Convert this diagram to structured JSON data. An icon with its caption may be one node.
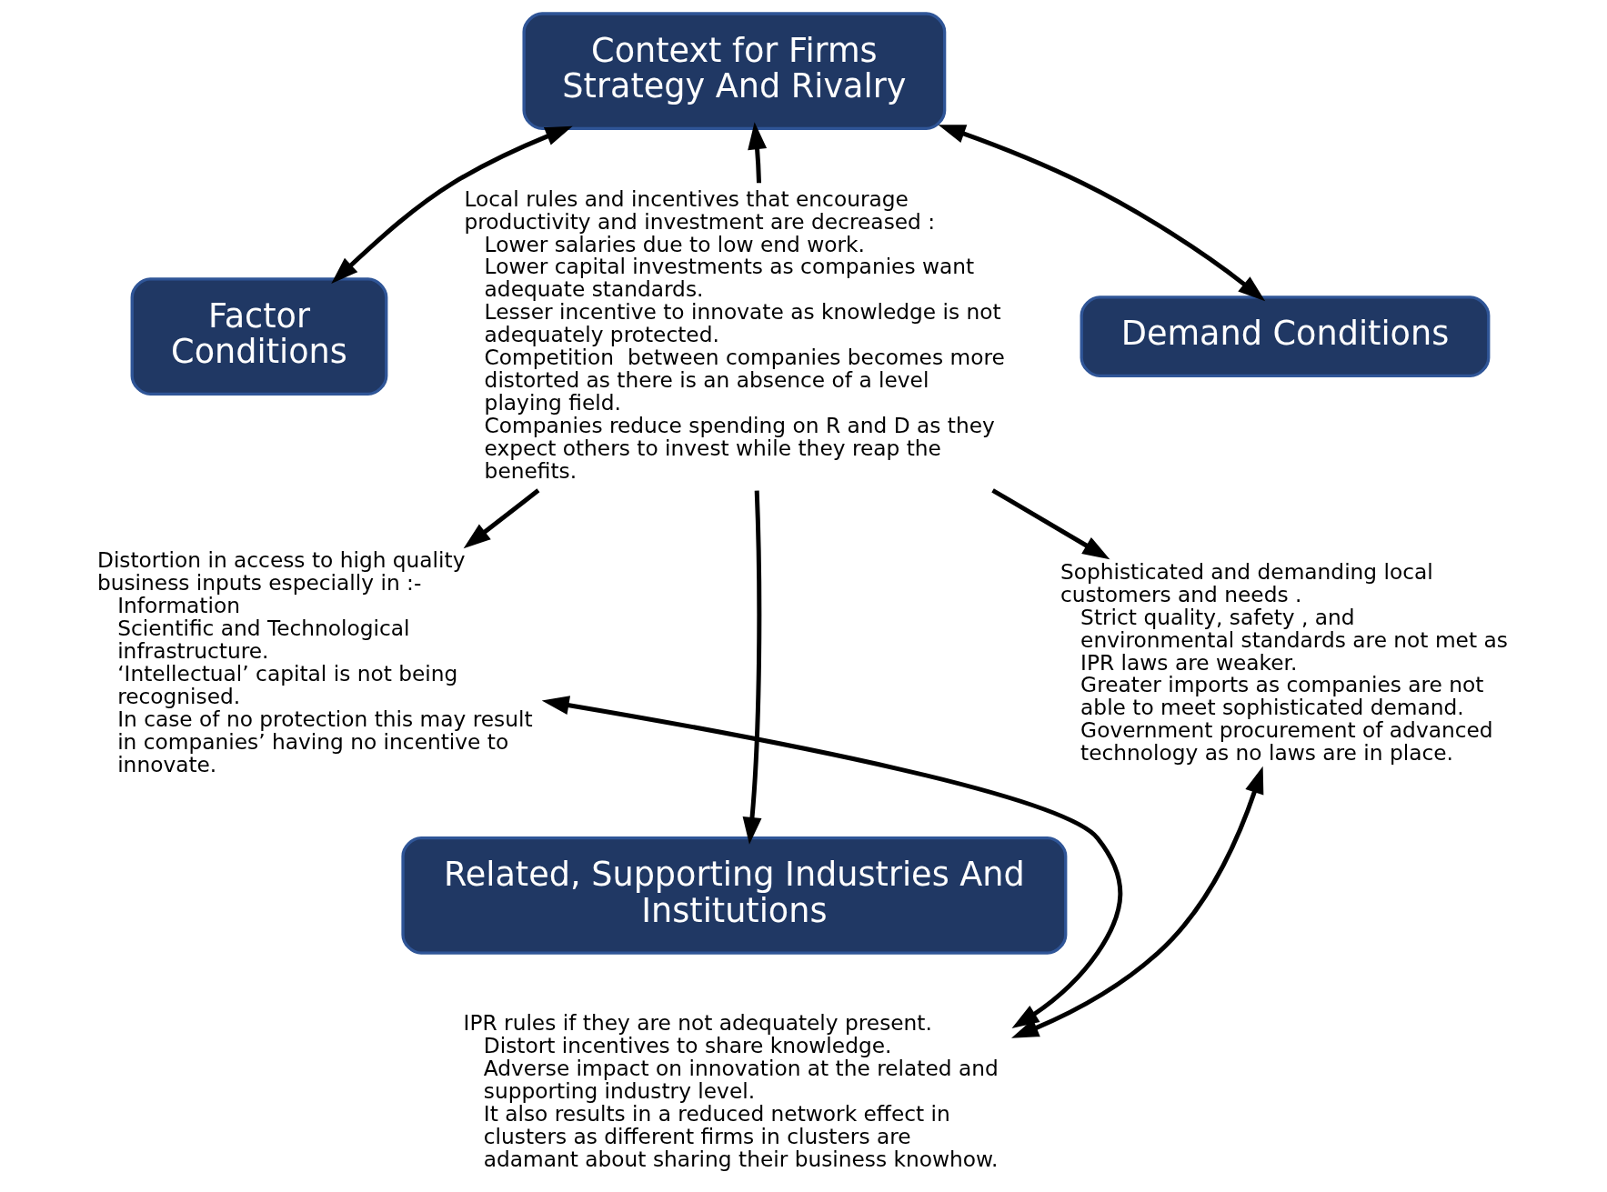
{
  "diagram": {
    "nodes": [
      {
        "text": [
          "Context for Firms Strategy And Rivalry"
        ]
      },
      {
        "text": [
          "Factor Conditions"
        ]
      },
      {
        "text": [
          "Demand Conditions"
        ]
      },
      {
        "text": [
          "Related, Supporting Industries And Institutions"
        ]
      },
      {
        "text": [
          "Local rules and incentives that encourage productivity and investment are decreased :",
          "Lower salaries due to low end work.",
          "Lower capital investments as companies want adequate standards.",
          "Lesser incentive to innovate as knowledge is not adequately protected.",
          "Competition  between companies becomes more distorted as there is an absence of a level playing field.",
          "Companies reduce spending on R and D as they expect others to invest while they reap the benefits."
        ]
      },
      {
        "text": [
          "Distortion in access to high quality business inputs especially in :-",
          "Information",
          "Scientific and Technological infrastructure.",
          "‘Intellectual’ capital is not being recognised.",
          "In case of no protection this may result in companies’ having no incentive to innovate."
        ]
      },
      {
        "text": [
          "Sophisticated and demanding local customers and needs .",
          "Strict quality, safety , and environmental standards are not met as IPR laws are weaker.",
          "Greater imports as companies are not able to meet sophisticated demand.",
          "Government procurement of advanced technology as no laws are in place."
        ]
      },
      {
        "text": [
          "IPR rules if they are not adequately present.",
          "Distort incentives to share knowledge.",
          "Adverse impact on innovation at the related and supporting industry level.",
          "It also results in a reduced network effect in clusters as different firms in clusters are adamant about sharing their business knowhow."
        ]
      }
    ],
    "edges": [
      {
        "from": 0,
        "to": 1,
        "arrow": "both"
      },
      {
        "from": 0,
        "to": 2,
        "arrow": "both"
      },
      {
        "from": 5,
        "to": 7,
        "arrow": "both"
      },
      {
        "from": 6,
        "to": 7,
        "arrow": "both"
      },
      {
        "from": 4,
        "to": 0,
        "arrow": "to"
      },
      {
        "from": 4,
        "to": 5,
        "arrow": "to"
      },
      {
        "from": 4,
        "to": 6,
        "arrow": "to"
      },
      {
        "from": 4,
        "to": 3,
        "arrow": "to"
      }
    ]
  }
}
